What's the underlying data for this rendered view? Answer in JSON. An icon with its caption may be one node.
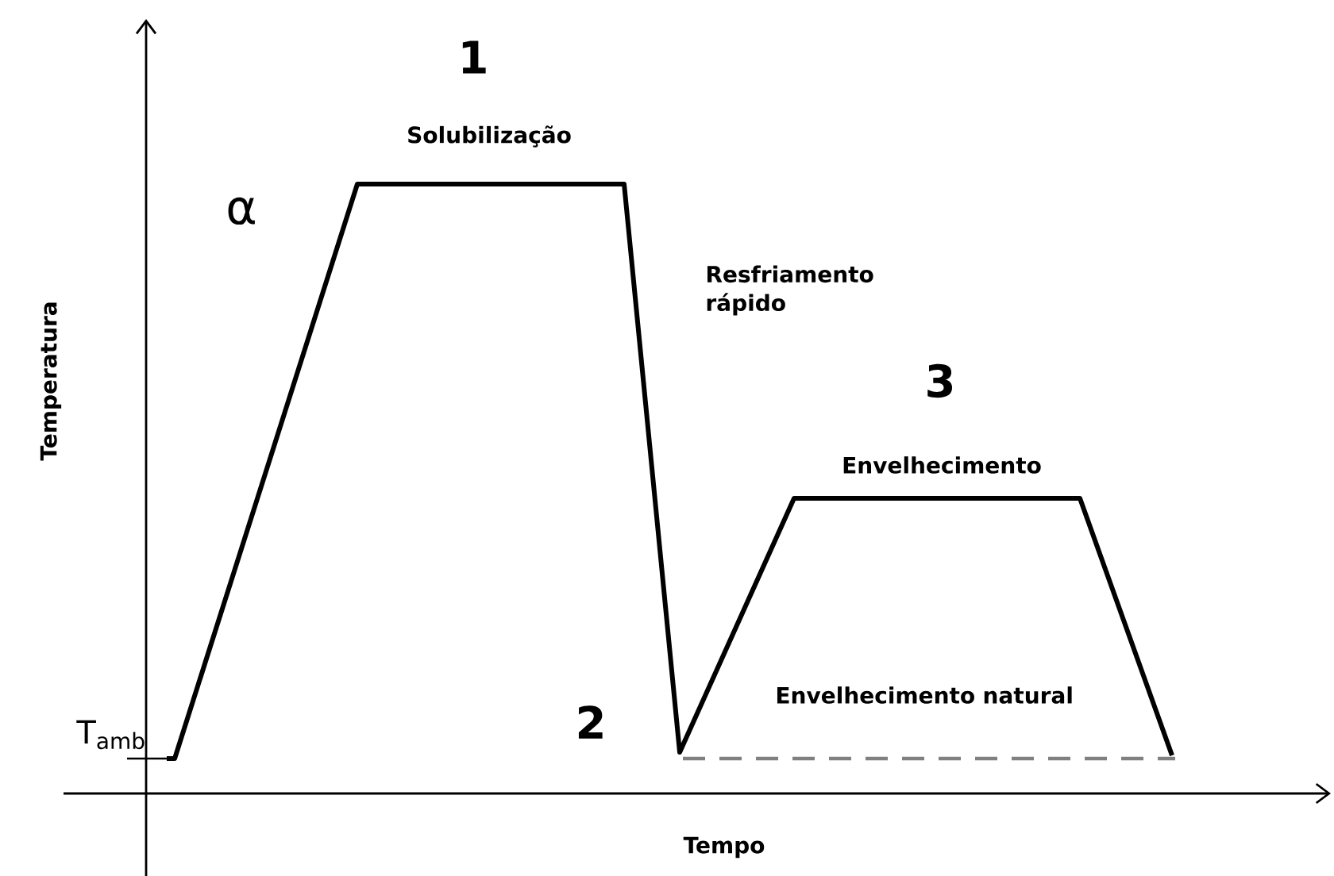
{
  "diagram": {
    "labels": [
      "1",
      "Solubilização",
      "α",
      "Resfriamento rápido",
      "3",
      "Envelhecimento",
      "Temperatura",
      "Envelhecimento natural",
      "T$_{amb}$",
      "2",
      "Tempo"
    ]
  }
}
